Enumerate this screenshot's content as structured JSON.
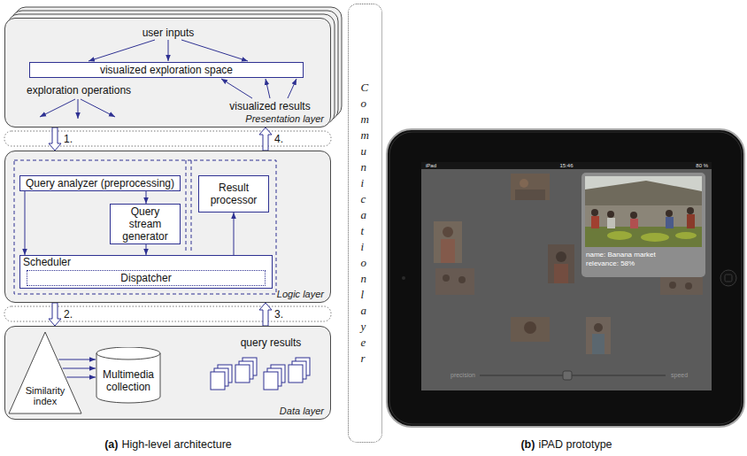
{
  "diagram": {
    "nodes": [
      {
        "text": [
          "user inputs",
          "exploration operations",
          "visualized results",
          "Presentation layer"
        ]
      },
      {
        "text": [
          "visualized exploration space"
        ],
        "in": 0
      },
      {
        "text": [
          "Communication layer"
        ]
      },
      {
        "text": [
          "Logic layer"
        ]
      },
      {
        "text": [
          "Query analyzer (preprocessing)"
        ],
        "in": 3
      },
      {
        "text": [
          "Query stream generator"
        ],
        "in": 3
      },
      {
        "text": [
          "Scheduler"
        ],
        "in": 3
      },
      {
        "text": [
          "Dispatcher"
        ],
        "in": 6
      },
      {
        "text": [
          "Result processor"
        ],
        "in": 3
      },
      {
        "text": [
          "query results",
          "Data layer"
        ]
      },
      {
        "text": [
          "Similarity index"
        ],
        "in": 9
      },
      {
        "text": [
          "Multimedia collection"
        ],
        "in": 9
      },
      {
        "text": [
          "name: Banana market",
          "relevance: 58%"
        ]
      }
    ],
    "edges": [
      {
        "from": 0,
        "to": 3,
        "arrow": "to",
        "label": "1."
      },
      {
        "from": 3,
        "to": 0,
        "arrow": "to",
        "label": "4."
      },
      {
        "from": 3,
        "to": 9,
        "arrow": "to",
        "label": "2."
      },
      {
        "from": 9,
        "to": 3,
        "arrow": "to",
        "label": "3."
      },
      {
        "from": 4,
        "to": 5,
        "arrow": "to"
      },
      {
        "from": 4,
        "to": 6,
        "arrow": "to"
      },
      {
        "from": 5,
        "to": 6,
        "arrow": "to"
      },
      {
        "from": 6,
        "to": 8,
        "arrow": "to"
      },
      {
        "from": 10,
        "to": 11,
        "arrow": "to"
      },
      {
        "from": 10,
        "to": 11,
        "arrow": "to"
      },
      {
        "from": 10,
        "to": 11,
        "arrow": "to"
      }
    ],
    "labels": [
      "(a)",
      "High-level architecture",
      "(b)",
      "iPAD prototype",
      "iPad",
      "15:46",
      "80 %",
      "precision",
      "speed"
    ]
  }
}
